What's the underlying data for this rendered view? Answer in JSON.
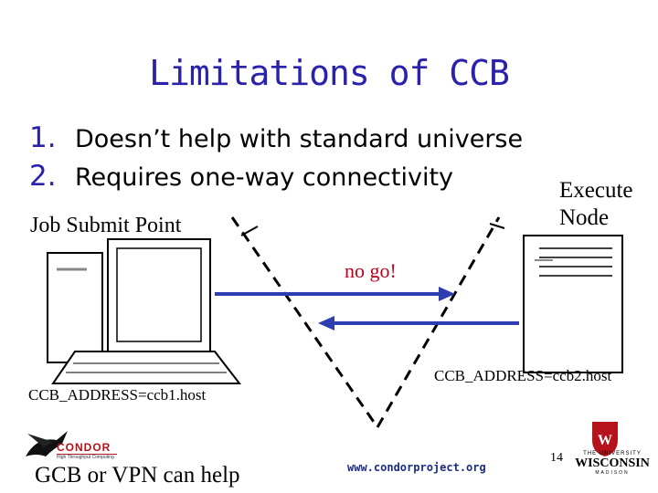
{
  "title": "Limitations of CCB",
  "bullets": [
    {
      "num": "1.",
      "text": "Doesn’t help with standard universe"
    },
    {
      "num": "2.",
      "text": "Requires one-way connectivity"
    }
  ],
  "labels": {
    "execute_line1": "Execute",
    "execute_line2": "Node",
    "submit_point": "Job Submit Point",
    "no_go": "no go!",
    "ccb2": "CCB_ADDRESS=ccb2.host",
    "ccb1": "CCB_ADDRESS=ccb1.host",
    "gcb": "GCB or VPN can help"
  },
  "footer": {
    "url": "www.condorproject.org",
    "page_number": "14",
    "condor_logo_text": "CONDOR",
    "condor_logo_sub": "High Throughput Computing",
    "uw_line1": "THE UNIVERSITY",
    "uw_line2": "WISCONSIN",
    "uw_line3": "MADISON"
  },
  "colors": {
    "title": "#2a22a8",
    "arrow": "#2e3eb0",
    "no_go": "#c0001a",
    "uw_red": "#b5121b"
  }
}
